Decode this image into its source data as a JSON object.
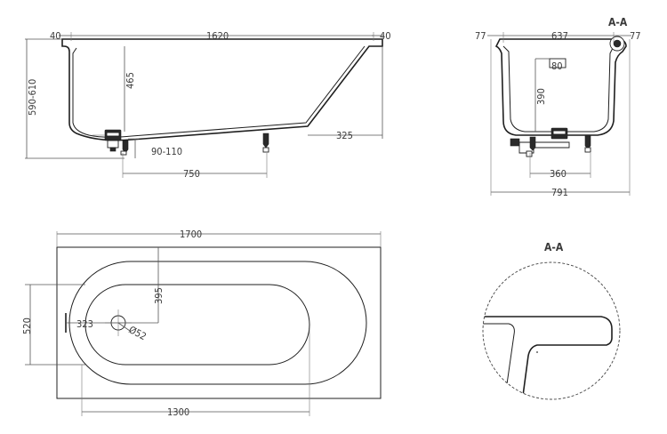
{
  "side_view": {
    "rim_left": "40",
    "length_top": "1620",
    "rim_right": "40",
    "height": "590-610",
    "depth": "465",
    "waste_height": "90-110",
    "slope_end": "325",
    "feet_span": "750"
  },
  "section_view": {
    "title": "A-A",
    "rim_left": "77",
    "inner_width": "637",
    "rim_right": "77",
    "drain_box": "80",
    "depth": "390",
    "feet_span": "360",
    "total_width": "791"
  },
  "plan_view": {
    "length": "1700",
    "width": "520",
    "drain_depth": "395",
    "drain_offset": "323",
    "drain_diameter": "Ø52",
    "inner_length": "1300"
  },
  "detail_view": {
    "title": "A-A"
  }
}
